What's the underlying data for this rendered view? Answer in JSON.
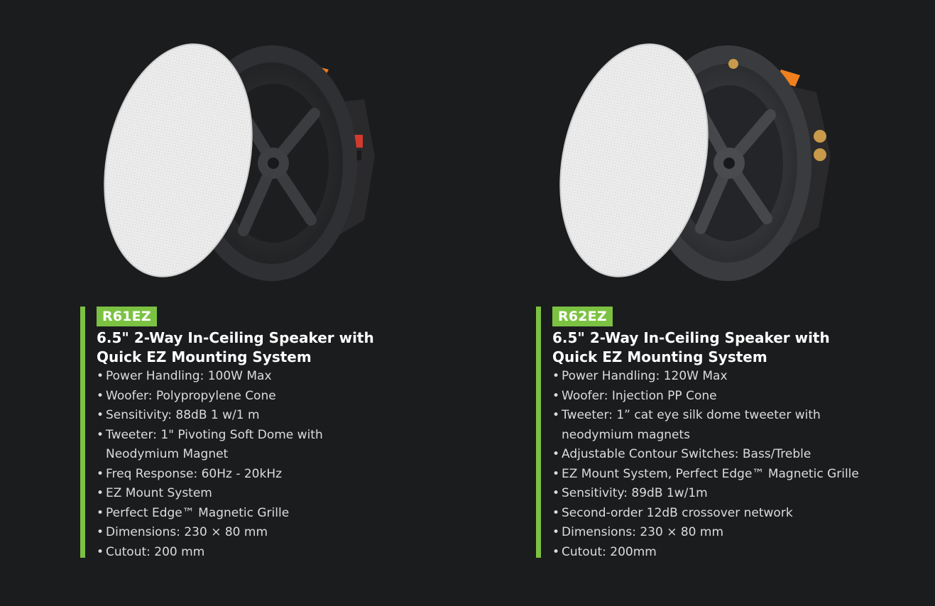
{
  "products": [
    {
      "image_label": "speaker-image",
      "model": "R61EZ",
      "title_line1": "6.5\" 2-Way In-Ceiling Speaker with",
      "title_line2": "Quick EZ Mounting System",
      "features": [
        "Power Handling: 100W Max",
        "Woofer: Polypropylene Cone",
        "Sensitivity: 88dB 1 w/1 m",
        "Tweeter: 1\" Pivoting Soft Dome with Neodymium Magnet",
        "Freq Response: 60Hz - 20kHz",
        "EZ Mount System",
        "Perfect Edge™ Magnetic Grille",
        "Dimensions: 230 × 80 mm",
        "Cutout: 200 mm"
      ]
    },
    {
      "image_label": "speaker-image",
      "model": "R62EZ",
      "title_line1": "6.5\" 2-Way In-Ceiling Speaker with",
      "title_line2": "Quick EZ Mounting System",
      "features": [
        "Power Handling: 120W Max",
        "Woofer: Injection PP Cone",
        "Tweeter: 1” cat eye silk dome tweeter with neodymium magnets",
        "Adjustable Contour Switches: Bass/Treble",
        "EZ Mount System, Perfect Edge™ Magnetic Grille",
        "Sensitivity: 89dB 1w/1m",
        "Second-order 12dB crossover network",
        "Dimensions: 230 × 80 mm",
        "Cutout: 200mm"
      ]
    }
  ],
  "colors": {
    "background": "#1b1c1e",
    "accent": "#7cc242",
    "text": "#dcdcdc",
    "title": "#ffffff",
    "grille": "#e9e9e9",
    "speaker_body": "#2f3033",
    "clip": "#f07f1e"
  }
}
